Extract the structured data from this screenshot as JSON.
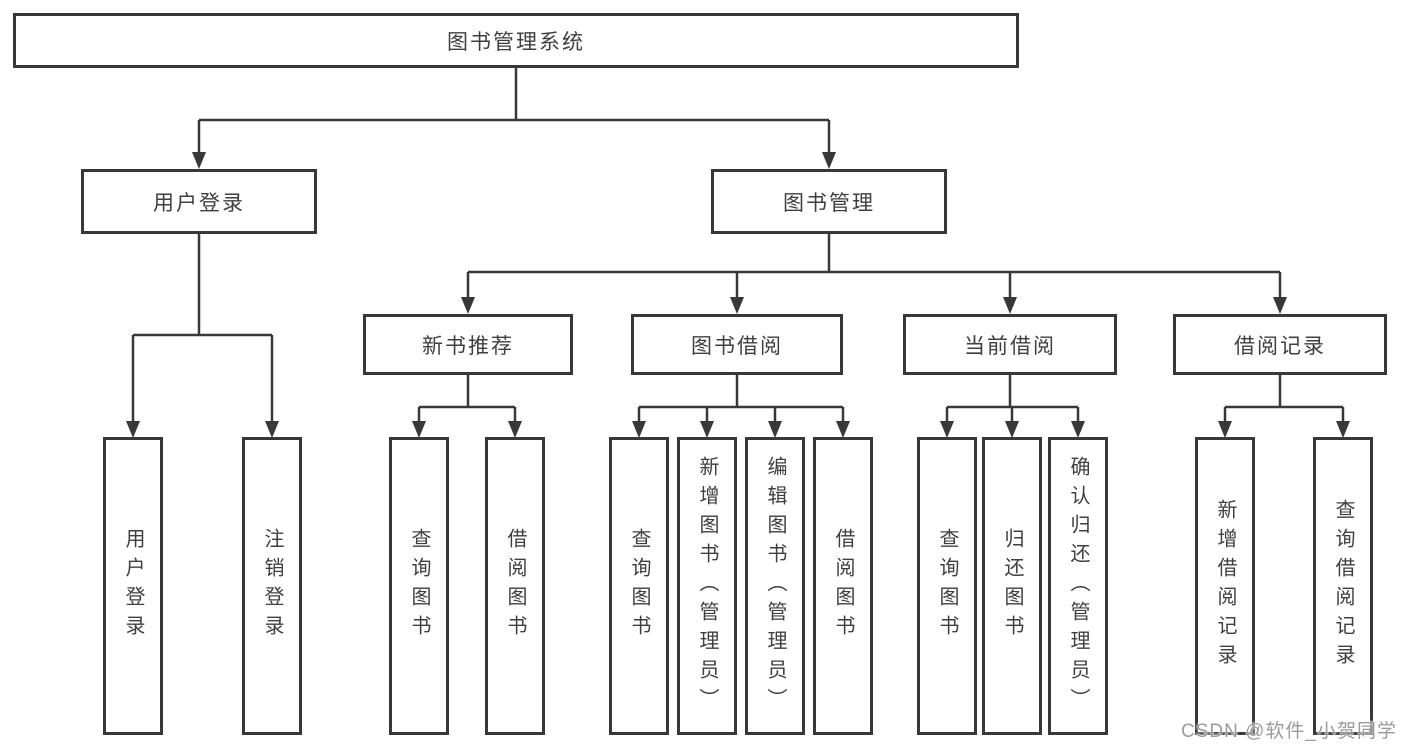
{
  "diagram": {
    "root": {
      "label": "图书管理系统"
    },
    "level2": {
      "user_login": {
        "label": "用户登录"
      },
      "book_mgmt": {
        "label": "图书管理"
      }
    },
    "level3": {
      "new_books": {
        "label": "新书推荐"
      },
      "book_borrow": {
        "label": "图书借阅"
      },
      "current_borrow": {
        "label": "当前借阅"
      },
      "borrow_records": {
        "label": "借阅记录"
      }
    },
    "leaves": {
      "user_login": {
        "label": "用户登录"
      },
      "logout": {
        "label": "注销登录"
      },
      "nb_query_books": {
        "label": "查询图书"
      },
      "nb_borrow_books": {
        "label": "借阅图书"
      },
      "bb_query_books": {
        "label": "查询图书"
      },
      "bb_add_books": {
        "label": "新增图书（管理员）"
      },
      "bb_edit_books": {
        "label": "编辑图书（管理员）"
      },
      "bb_borrow_books": {
        "label": "借阅图书"
      },
      "cb_query_books": {
        "label": "查询图书"
      },
      "cb_return_books": {
        "label": "归还图书"
      },
      "cb_confirm_return": {
        "label": "确认归还（管理员）"
      },
      "br_add_record": {
        "label": "新增借阅记录"
      },
      "br_query_record": {
        "label": "查询借阅记录"
      }
    },
    "watermark": "CSDN @软件_小贺同学",
    "colors": {
      "line": "#383838",
      "box_border": "#383838",
      "text": "#3f3f3f",
      "watermark_text": "#9b9b9b",
      "background": "#ffffff"
    }
  }
}
